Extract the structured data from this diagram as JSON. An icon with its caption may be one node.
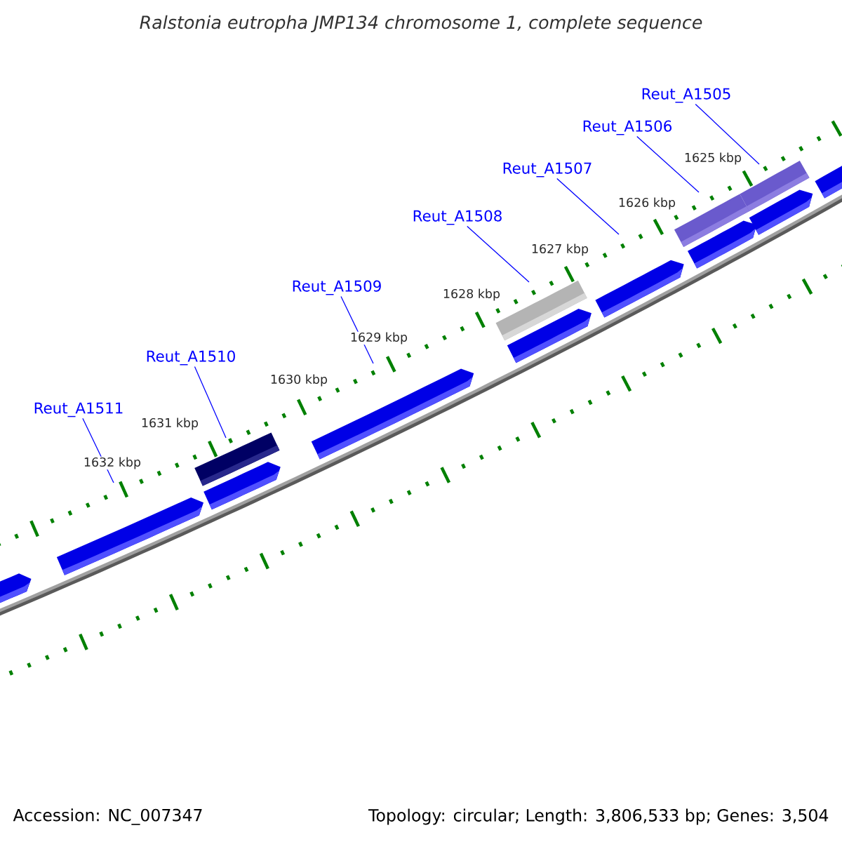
{
  "diagram": {
    "title": "Ralstonia eutropha JMP134 chromosome 1, complete sequence",
    "nodes": [
      {
        "text": [
          "Reut_A1505"
        ]
      },
      {
        "text": [
          "Reut_A1506"
        ]
      },
      {
        "text": [
          "Reut_A1507"
        ]
      },
      {
        "text": [
          "Reut_A1508"
        ]
      },
      {
        "text": [
          "Reut_A1509"
        ]
      },
      {
        "text": [
          "Reut_A1510"
        ]
      },
      {
        "text": [
          "Reut_A1511"
        ]
      }
    ],
    "edges": [
      {
        "from": 0,
        "to": null,
        "arrow": "none"
      },
      {
        "from": 1,
        "to": null,
        "arrow": "none"
      },
      {
        "from": 2,
        "to": null,
        "arrow": "none"
      },
      {
        "from": 3,
        "to": null,
        "arrow": "none"
      },
      {
        "from": 4,
        "to": null,
        "arrow": "none"
      },
      {
        "from": 5,
        "to": null,
        "arrow": "none"
      },
      {
        "from": 6,
        "to": null,
        "arrow": "none"
      }
    ],
    "labels": [
      "1625 kbp",
      "1626 kbp",
      "1627 kbp",
      "1628 kbp",
      "1629 kbp",
      "1630 kbp",
      "1631 kbp",
      "1632 kbp",
      "Accession: NC_007347",
      "Topology: circular; Length: 3,806,533 bp; Genes: 3,504"
    ]
  }
}
